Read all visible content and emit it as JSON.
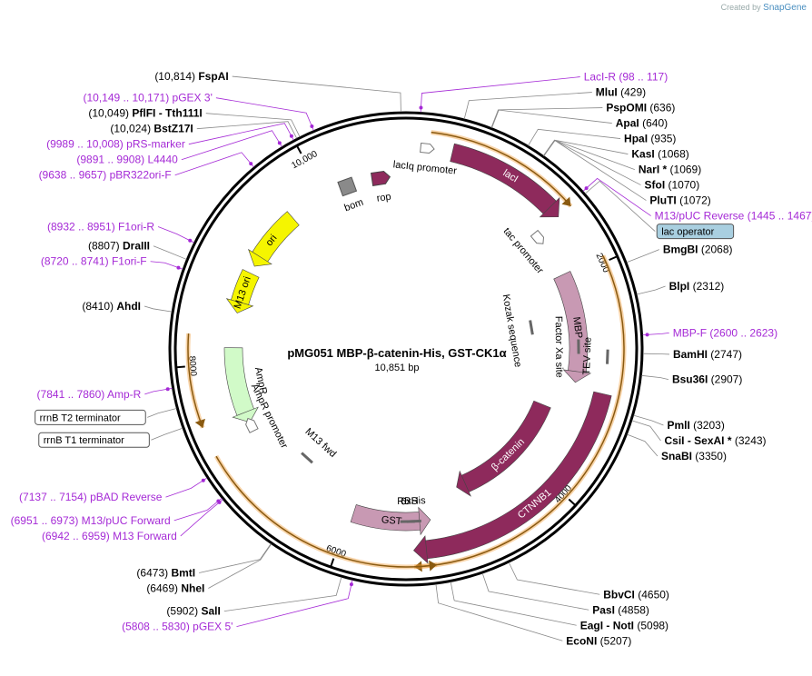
{
  "credit": {
    "prefix": "Created by",
    "brand": "SnapGene"
  },
  "plasmid": {
    "name": "pMG051 MBP-β-catenin-His, GST-CK1α",
    "length": 10851,
    "length_text": "10,851 bp"
  },
  "colors": {
    "primer": "#a52ad6",
    "feature": "#8e2a5c",
    "mbp": "#c899b3",
    "gst": "#c899b3",
    "ori": "#f5f500",
    "m13ori": "#f5f500",
    "amp": "#d1fac8",
    "bom": "#8a8a8a",
    "arc": "#f0a040"
  },
  "ticks": [
    {
      "pos": 2000,
      "label": "2000"
    },
    {
      "pos": 4000,
      "label": "4000"
    },
    {
      "pos": 6000,
      "label": "6000"
    },
    {
      "pos": 8000,
      "label": "8000"
    },
    {
      "pos": 10000,
      "label": "10,000"
    }
  ],
  "enzymes": [
    {
      "pos": 10814,
      "name": "FspAI",
      "coord": "(10,814)"
    },
    {
      "pos": 429,
      "name": "MluI",
      "coord": "(429)"
    },
    {
      "pos": 636,
      "name": "PspOMI",
      "coord": "(636)"
    },
    {
      "pos": 640,
      "name": "ApaI",
      "coord": "(640)"
    },
    {
      "pos": 935,
      "name": "HpaI",
      "coord": "(935)"
    },
    {
      "pos": 1068,
      "name": "KasI",
      "coord": "(1068)"
    },
    {
      "pos": 1069,
      "name": "NarI *",
      "coord": "(1069)"
    },
    {
      "pos": 1070,
      "name": "SfoI",
      "coord": "(1070)"
    },
    {
      "pos": 1072,
      "name": "PluTI",
      "coord": "(1072)"
    },
    {
      "pos": 2068,
      "name": "BmgBI",
      "coord": "(2068)"
    },
    {
      "pos": 2312,
      "name": "BlpI",
      "coord": "(2312)"
    },
    {
      "pos": 2747,
      "name": "BamHI",
      "coord": "(2747)"
    },
    {
      "pos": 2907,
      "name": "Bsu36I",
      "coord": "(2907)"
    },
    {
      "pos": 3203,
      "name": "PmlI",
      "coord": "(3203)"
    },
    {
      "pos": 3243,
      "name": "CsiI  -  SexAI *",
      "coord": "(3243)"
    },
    {
      "pos": 3350,
      "name": "SnaBI",
      "coord": "(3350)"
    },
    {
      "pos": 4650,
      "name": "BbvCI",
      "coord": "(4650)"
    },
    {
      "pos": 4858,
      "name": "PasI",
      "coord": "(4858)"
    },
    {
      "pos": 5098,
      "name": "EagI  -  NotI",
      "coord": "(5098)"
    },
    {
      "pos": 5207,
      "name": "EcoNI",
      "coord": "(5207)"
    },
    {
      "pos": 5902,
      "name": "SalI",
      "coord": "(5902)"
    },
    {
      "pos": 6469,
      "name": "NheI",
      "coord": "(6469)"
    },
    {
      "pos": 6473,
      "name": "BmtI",
      "coord": "(6473)"
    },
    {
      "pos": 8410,
      "name": "AhdI",
      "coord": "(8410)"
    },
    {
      "pos": 8807,
      "name": "DraIII",
      "coord": "(8807)"
    },
    {
      "pos": 10024,
      "name": "BstZ17I",
      "coord": "(10,024)"
    },
    {
      "pos": 10049,
      "name": "PflFI  -  Tth111I",
      "coord": "(10,049)"
    }
  ],
  "primers": [
    {
      "pos": 107,
      "name": "LacI-R",
      "coord": "(98 .. 117)"
    },
    {
      "pos": 1456,
      "name": "M13/pUC Reverse",
      "coord": "(1445 .. 1467)"
    },
    {
      "pos": 2611,
      "name": "MBP-F",
      "coord": "(2600 .. 2623)"
    },
    {
      "pos": 5819,
      "name": "pGEX 5'",
      "coord": "(5808 .. 5830)"
    },
    {
      "pos": 6950,
      "name": "M13 Forward",
      "coord": "(6942 .. 6959)"
    },
    {
      "pos": 6962,
      "name": "M13/pUC Forward",
      "coord": "(6951 .. 6973)"
    },
    {
      "pos": 7145,
      "name": "pBAD Reverse",
      "coord": "(7137 .. 7154)"
    },
    {
      "pos": 7850,
      "name": "Amp-R",
      "coord": "(7841 .. 7860)"
    },
    {
      "pos": 8730,
      "name": "F1ori-F",
      "coord": "(8720 .. 8741)"
    },
    {
      "pos": 8941,
      "name": "F1ori-R",
      "coord": "(8932 .. 8951)"
    },
    {
      "pos": 9647,
      "name": "pBR322ori-F",
      "coord": "(9638 .. 9657)"
    },
    {
      "pos": 9900,
      "name": "L4440",
      "coord": "(9891 .. 9908)"
    },
    {
      "pos": 9998,
      "name": "pRS-marker",
      "coord": "(9989 .. 10,008)"
    },
    {
      "pos": 10160,
      "name": "pGEX 3'",
      "coord": "(10,149 .. 10,171)"
    }
  ],
  "boxed": [
    {
      "pos": 1480,
      "name": "lac operator",
      "style": "blue"
    },
    {
      "pos": 7700,
      "name": "rrnB T2 terminator",
      "style": "white"
    },
    {
      "pos": 7550,
      "name": "rrnB T1 terminator",
      "style": "white"
    }
  ],
  "features": [
    {
      "name": "lacI",
      "start": 400,
      "end": 1480,
      "strand": 1,
      "track": 0,
      "color": "#8e2a5c",
      "label_inside": true
    },
    {
      "name": "MBP",
      "start": 1950,
      "end": 3050,
      "strand": 1,
      "track": 1,
      "color": "#c899b3",
      "label_inside": true
    },
    {
      "name": "CTNNB1",
      "start": 3100,
      "end": 5360,
      "strand": 1,
      "track": 0,
      "color": "#8e2a5c",
      "label_inside": true
    },
    {
      "name": "β-catenin",
      "start": 3380,
      "end": 4820,
      "strand": 1,
      "track": 2,
      "color": "#8e2a5c",
      "label_inside": true
    },
    {
      "name": "GST",
      "start": 5180,
      "end": 5960,
      "strand": -1,
      "track": 1,
      "color": "#c899b3",
      "label_inside": true
    },
    {
      "name": "AmpR",
      "start": 7380,
      "end": 8150,
      "strand": -1,
      "track": 1,
      "color": "#d1fac8",
      "label_inside": false
    },
    {
      "name": "M13 ori",
      "start": 8500,
      "end": 8920,
      "strand": -1,
      "track": 1,
      "color": "#f5f500",
      "label_inside": true
    },
    {
      "name": "ori",
      "start": 9000,
      "end": 9620,
      "strand": -1,
      "track": 1,
      "color": "#f5f500",
      "label_inside": true
    }
  ],
  "arcs": [
    {
      "start": 200,
      "end": 1480,
      "strand": 1
    },
    {
      "start": 1950,
      "end": 5360,
      "strand": 1
    },
    {
      "start": 5180,
      "end": 7250,
      "strand": -1
    },
    {
      "start": 7500,
      "end": 8260,
      "strand": -1
    }
  ],
  "small_features": [
    {
      "name": "lacIq promoter",
      "pos": 180,
      "kind": "promoter",
      "track": 0
    },
    {
      "name": "tac promoter",
      "pos": 1510,
      "kind": "promoter",
      "track": 1
    },
    {
      "name": "bom",
      "pos": 10250,
      "kind": "box",
      "track": 1
    },
    {
      "name": "rop",
      "pos": 10600,
      "kind": "rop",
      "track": 1
    },
    {
      "name": "Kozak sequence",
      "pos": 2420,
      "kind": "site",
      "track": 3
    },
    {
      "name": "Factor Xa site",
      "pos": 2690,
      "kind": "site",
      "track": 1
    },
    {
      "name": "TEV site",
      "pos": 2780,
      "kind": "site",
      "track": 0
    },
    {
      "name": "6xHis",
      "pos": 5345,
      "kind": "site",
      "track": 1
    },
    {
      "name": "RBS",
      "pos": 5410,
      "kind": "site",
      "track": 1
    },
    {
      "name": "M13 fwd",
      "pos": 6700,
      "kind": "site",
      "track": 2
    },
    {
      "name": "AmpR promoter",
      "pos": 7350,
      "kind": "promoter",
      "track": 1
    }
  ]
}
